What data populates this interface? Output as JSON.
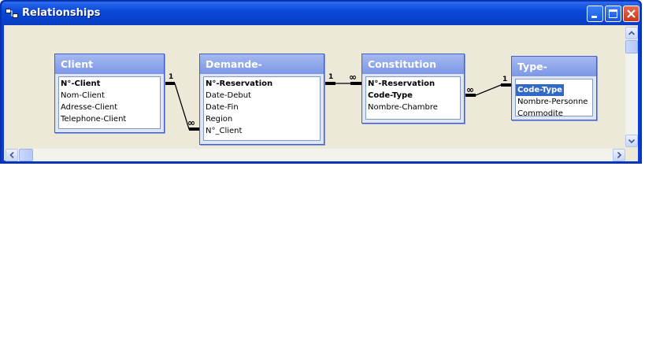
{
  "window": {
    "title": "Relationships",
    "colors": {
      "title_bar": "#0a49d9",
      "canvas": "#ece9d8",
      "table_header": "#8aa4ea",
      "selection": "#316ac5"
    }
  },
  "title_buttons": {
    "minimize_icon": "minimize-icon",
    "maximize_icon": "maximize-icon",
    "close_icon": "close-icon"
  },
  "tables": {
    "client": {
      "title": "Client",
      "fields": [
        "N°-Client",
        "Nom-Client",
        "Adresse-Client",
        "Telephone-Client"
      ]
    },
    "demande": {
      "title": "Demande-Reservation",
      "fields": [
        "N°-Reservation",
        "Date-Debut",
        "Date-Fin",
        "Region",
        "N°_Client"
      ]
    },
    "constitution": {
      "title": "Constitution",
      "fields": [
        "N°-Reservation",
        "Code-Type",
        "Nombre-Chambre"
      ]
    },
    "type_chambre": {
      "title": "Type-Chambre",
      "fields": [
        "Code-Type",
        "Nombre-Personne",
        "Commodite"
      ]
    }
  },
  "relationships": {
    "client_demande": {
      "one": "1",
      "many": "∞"
    },
    "demande_constitution": {
      "one": "1",
      "many": "∞"
    },
    "constitution_type": {
      "one": "1",
      "many": "∞"
    }
  }
}
